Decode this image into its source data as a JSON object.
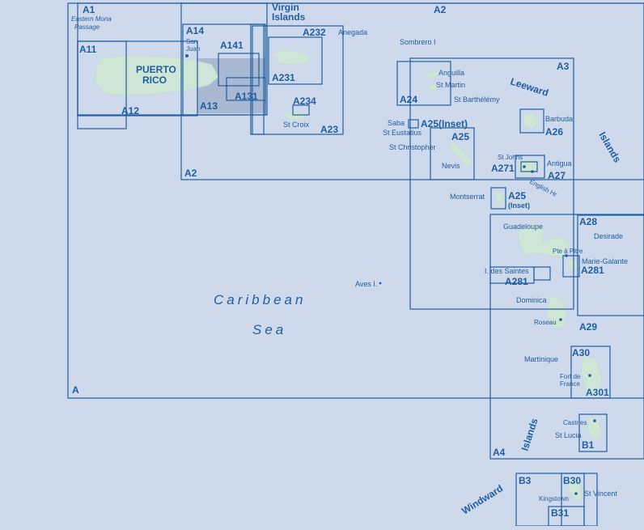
{
  "colors": {
    "background": "#cfd9ec",
    "line": "#1f5ea0",
    "land": "#cfe6d6",
    "shaded": "#a9b9d3"
  },
  "chart_labels": {
    "A": "A",
    "A1": "A1",
    "A11": "A11",
    "A12": "A12",
    "A13": "A13",
    "A14": "A14",
    "A141": "A141",
    "A131": "A131",
    "A2_top": "A2",
    "A2_bottom": "A2",
    "A231": "A231",
    "A232": "A232",
    "A234": "A234",
    "A23": "A23",
    "A24": "A24",
    "A25": "A25",
    "A25_inset": "A25(Inset)",
    "A26": "A26",
    "A27": "A27",
    "A271": "A271",
    "A25_inset_lower": "A25",
    "A25_inset_lower_sub": "(Inset)",
    "A28": "A28",
    "A281_right": "A281",
    "A281_left": "A281",
    "A29": "A29",
    "A3": "A3",
    "A30": "A30",
    "A301": "A301",
    "A4": "A4",
    "B1": "B1",
    "B3": "B3",
    "B30": "B30",
    "B31": "B31"
  },
  "places": {
    "eastern_mona": "Eastern Mona",
    "passage": "Passage",
    "puerto": "PUERTO",
    "rico": "RICO",
    "san": "San",
    "juan": "Juan",
    "virgin": "Virgin",
    "islands_v": "Islands",
    "anegada": "Anegada",
    "st_croix": "St Croix",
    "sombrero": "Sombrero I",
    "anguilla": "Anguilla",
    "st_martin": "St Martin",
    "st_barth": "St Barthélémy",
    "saba": "Saba",
    "st_eustatius": "St Eustatius",
    "st_christopher": "St Christopher",
    "nevis": "Nevis",
    "barbuda": "Barbuda",
    "st_johns": "St Johns",
    "antigua": "Antigua",
    "english_hr": "English Hr",
    "montserrat": "Montserrat",
    "guadeloupe": "Guadeloupe",
    "desirade": "Desirade",
    "pte_a_pitre": "Pte à Pitre",
    "marie_galante": "Marie-Galante",
    "i_des_saintes": "I. des Saintes",
    "dominica": "Dominica",
    "roseau": "Roseau",
    "aves": "Aves I.",
    "martinique": "Martinique",
    "fort_de": "Fort de",
    "france": "France",
    "castries": "Castries",
    "st_lucia": "St Lucia",
    "kingstown": "Kingstown",
    "st_vincent": "St Vincent"
  },
  "regions": {
    "caribbean": "Caribbean",
    "sea": "Sea",
    "leeward": "Leeward",
    "islands_leeward": "Islands",
    "islands_windward": "Islands",
    "windward": "Windward"
  }
}
